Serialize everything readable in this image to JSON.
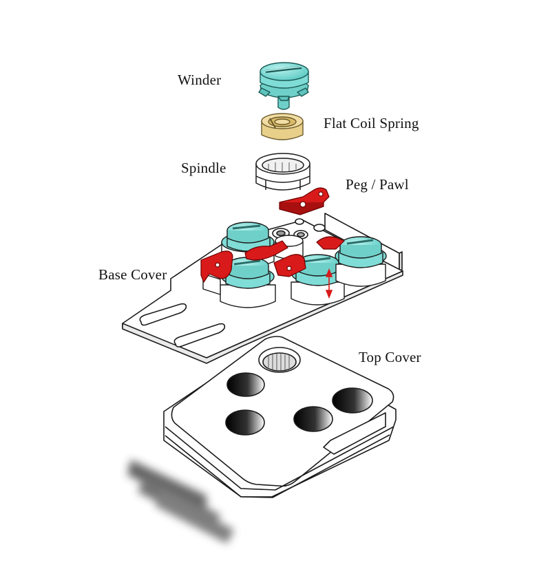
{
  "labels": {
    "winder": "Winder",
    "flat_coil_spring": "Flat Coil Spring",
    "spindle": "Spindle",
    "peg_pawl": "Peg / Pawl",
    "base_cover": "Base Cover",
    "top_cover": "Top Cover"
  },
  "colors": {
    "winder": "#7fdcd6",
    "spring": "#e8cf8a",
    "pawl": "#d91a1a",
    "outline": "#1a1a1a",
    "body": "#ffffff"
  }
}
